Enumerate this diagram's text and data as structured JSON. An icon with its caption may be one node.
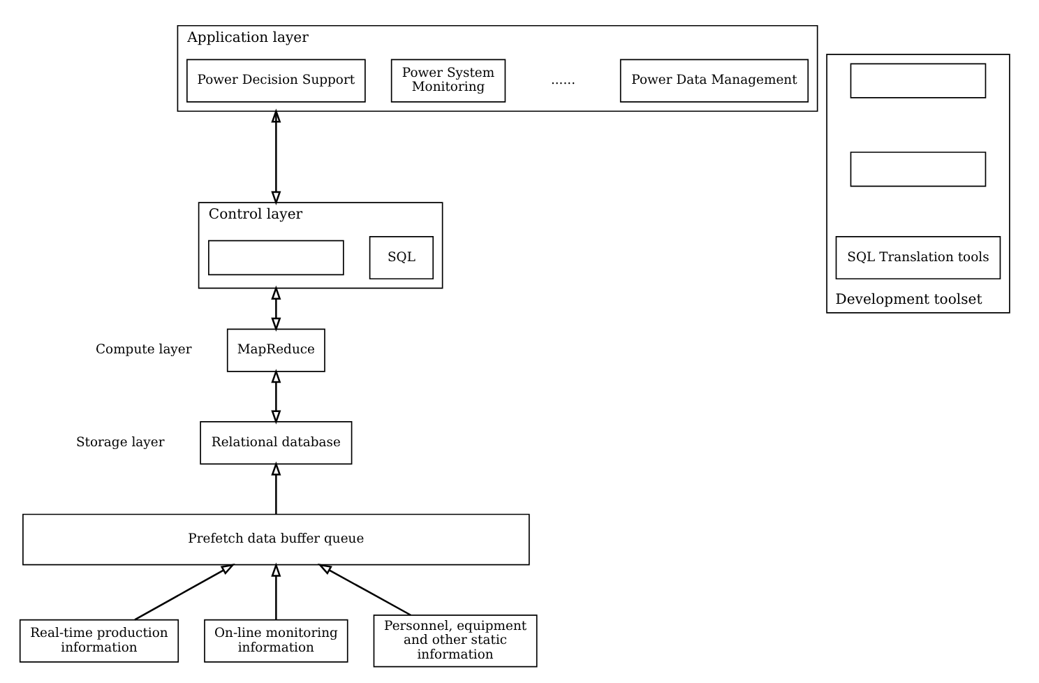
{
  "diagram": {
    "nodes": [
      {
        "text": [
          "Application layer"
        ]
      },
      {
        "text": [
          "Power Decision Support"
        ],
        "in": 0
      },
      {
        "text": [
          "Power System Monitoring"
        ],
        "in": 0
      },
      {
        "text": [
          "Power Data Management"
        ],
        "in": 0
      },
      {
        "text": [
          "Control layer"
        ]
      },
      {
        "text": [],
        "shape": "box",
        "in": 4
      },
      {
        "text": [
          "SQL"
        ],
        "in": 4
      },
      {
        "text": [
          "MapReduce"
        ],
        "beside": [
          "Compute layer"
        ]
      },
      {
        "text": [
          "Relational database"
        ],
        "beside": [
          "Storage layer"
        ]
      },
      {
        "text": [
          "Development toolset"
        ]
      },
      {
        "text": [],
        "shape": "box",
        "in": 9
      },
      {
        "text": [],
        "shape": "box",
        "in": 9
      },
      {
        "text": [
          "SQL Translation tools"
        ],
        "in": 9
      },
      {
        "text": [
          "Prefetch data buffer queue"
        ]
      },
      {
        "text": [
          "Real-time production information"
        ]
      },
      {
        "text": [
          "On-line monitoring information"
        ]
      },
      {
        "text": [
          "Personnel, equipment and other static information"
        ]
      }
    ],
    "edges": [
      {
        "from": 0,
        "to": 4,
        "arrow": "both"
      },
      {
        "from": 4,
        "to": 7,
        "arrow": "both"
      },
      {
        "from": 7,
        "to": 8,
        "arrow": "both"
      },
      {
        "from": 13,
        "to": 8,
        "arrow": "to"
      },
      {
        "from": 14,
        "to": 13,
        "arrow": "to"
      },
      {
        "from": 15,
        "to": 13,
        "arrow": "to"
      },
      {
        "from": 16,
        "to": 13,
        "arrow": "to"
      }
    ],
    "labels": [
      "......"
    ]
  }
}
